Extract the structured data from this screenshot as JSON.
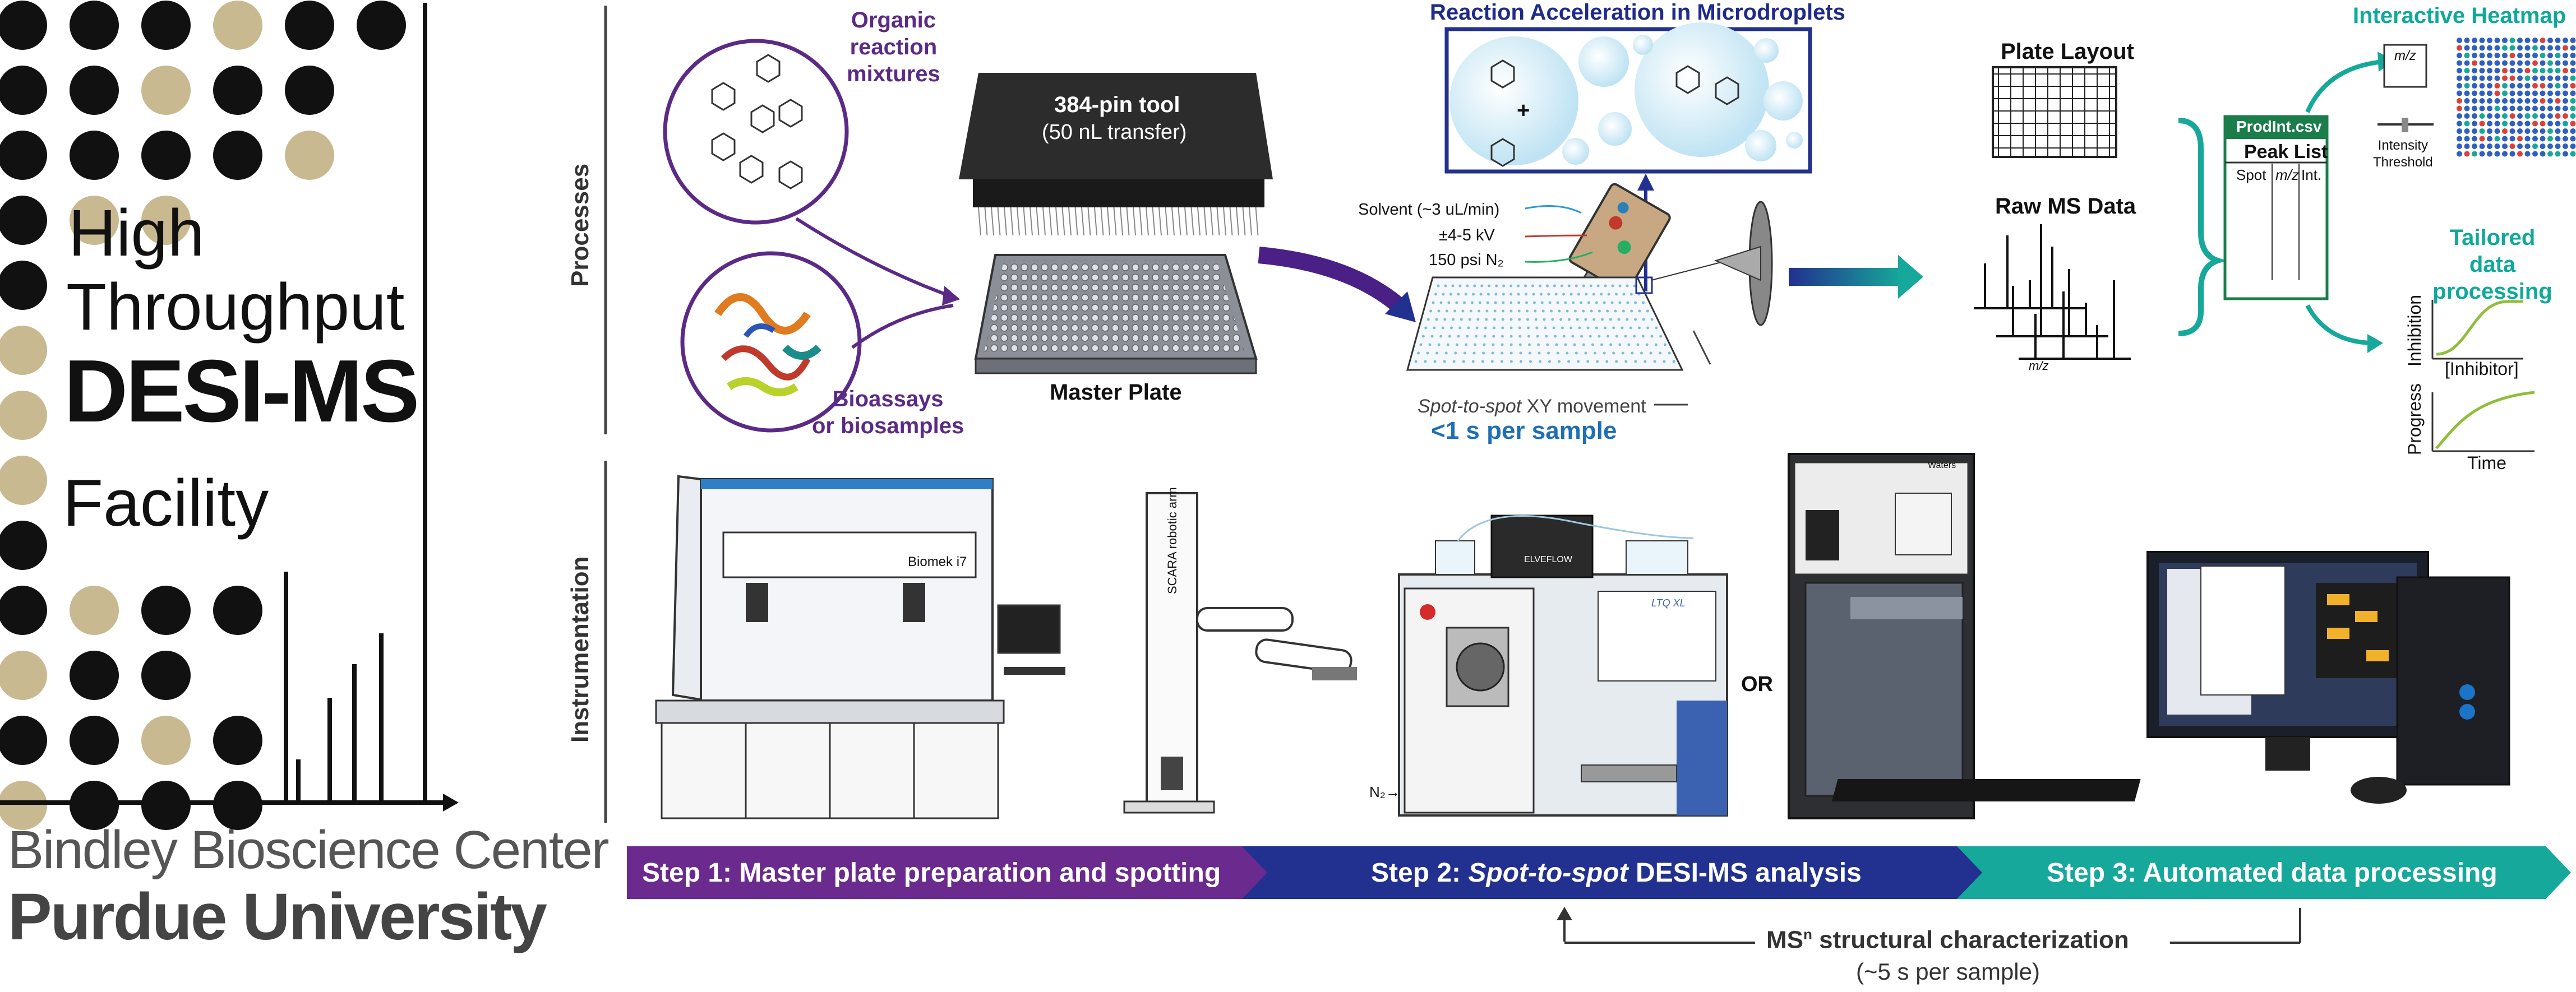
{
  "logo": {
    "line1": "High",
    "line2": "Throughput",
    "line3": "DESI-MS",
    "line4": "Facility",
    "center": "Bindley Bioscience Center",
    "university": "Purdue University"
  },
  "section_labels": {
    "processes": "Processes",
    "instrumentation": "Instrumentation"
  },
  "processes": {
    "organic_label_1": "Organic",
    "organic_label_2": "reaction",
    "organic_label_3": "mixtures",
    "bio_label_1": "Bioassays",
    "bio_label_2": "or biosamples",
    "pin_tool_title": "384-pin tool",
    "pin_tool_sub": "(50 nL transfer)",
    "master_plate": "Master Plate",
    "microdroplets_title": "Reaction Acceleration in Microdroplets",
    "solvent": "Solvent (~3 uL/min)",
    "voltage": "±4-5 kV",
    "gas": "150 psi N₂",
    "spot_to_spot_italic": "Spot-to-spot",
    "spot_to_spot_rest": "XY movement",
    "speed": "<1 s per sample",
    "plate_layout": "Plate Layout",
    "raw_ms": "Raw MS Data",
    "mz_axis": "m/z",
    "file_name": "ProdInt.csv",
    "peak_list": "Peak List",
    "col_spot": "Spot",
    "col_mz": "m/z",
    "col_int": "Int.",
    "interactive_heatmap": "Interactive Heatmap",
    "heatmap_mz": "m/z",
    "intensity_threshold_1": "Intensity",
    "intensity_threshold_2": "Threshold",
    "tailored_1": "Tailored",
    "tailored_2": "data processing",
    "inhibition": "Inhibition",
    "inhibitor": "[Inhibitor]",
    "progress": "Progress",
    "time": "Time"
  },
  "instrumentation": {
    "biomek": "Biomek i7",
    "scara": "SCARA robotic arm",
    "elveflow": "ELVEFLOW",
    "ltq": "LTQ XL",
    "n2": "N₂→",
    "or": "OR",
    "waters": "Waters"
  },
  "steps": {
    "step1": "Step 1: Master plate preparation and spotting",
    "step2_prefix": "Step 2:",
    "step2_italic": "Spot-to-spot",
    "step2_suffix": "DESI-MS analysis",
    "step3": "Step 3: Automated data processing",
    "msn_prefix": "MS",
    "msn_sup": "n",
    "msn_rest": "structural characterization",
    "msn_time": "(~5 s per sample)"
  },
  "colors": {
    "gold": "#c8b991",
    "black": "#111111",
    "purple": "#5b2a86",
    "navy": "#1f2a8a",
    "teal": "#0fa99b",
    "step1": "#6a2a8e",
    "step2": "#22308f",
    "step3": "#16a89a"
  }
}
